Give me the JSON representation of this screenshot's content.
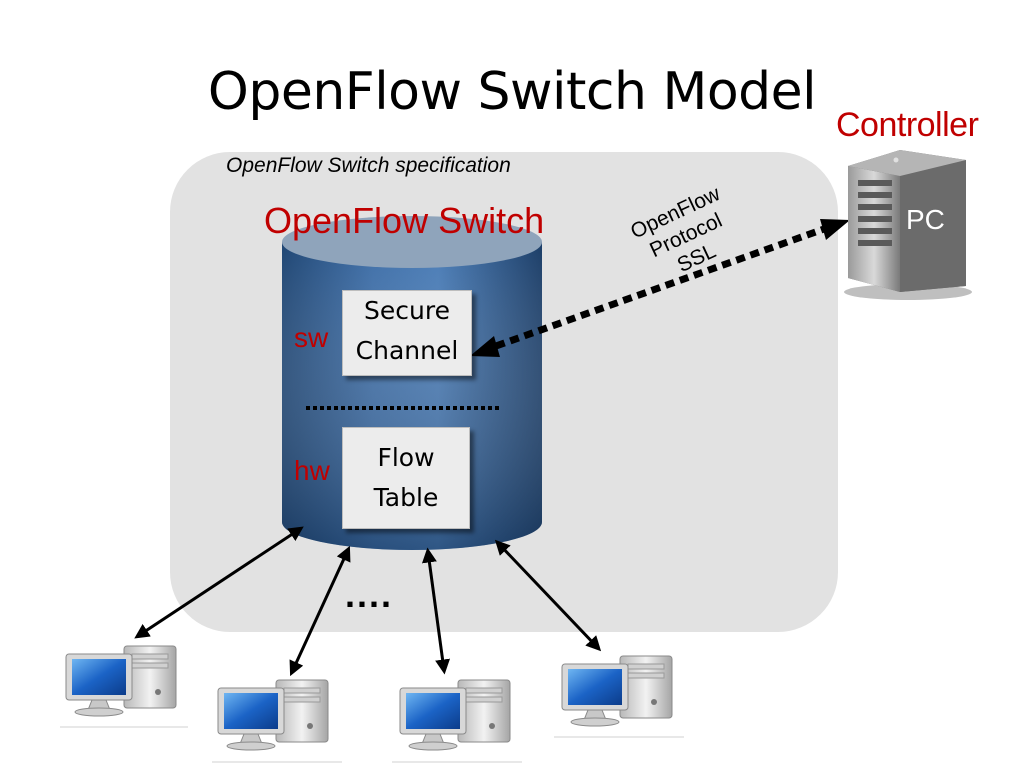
{
  "title": "OpenFlow Switch Model",
  "spec_label": "OpenFlow Switch specification",
  "switch_label": "OpenFlow Switch",
  "controller_label": "Controller",
  "controller_pc_label": "PC",
  "secure_channel": {
    "role": "sw",
    "line1": "Secure",
    "line2": "Channel"
  },
  "flow_table": {
    "role": "hw",
    "line1": "Flow",
    "line2": "Table"
  },
  "protocol_label": {
    "line1": "OpenFlow",
    "line2": "Protocol",
    "line3": "SSL"
  },
  "ellipsis": "....",
  "host_icons": [
    "desktop-computer-icon",
    "desktop-computer-icon",
    "desktop-computer-icon",
    "desktop-computer-icon"
  ],
  "controller_icon": "server-tower-icon",
  "colors": {
    "label_red": "#c00000",
    "cylinder_top": "#8fa4bb",
    "cylinder_body": "#2f5d92",
    "spec_box": "#e2e2e2"
  }
}
